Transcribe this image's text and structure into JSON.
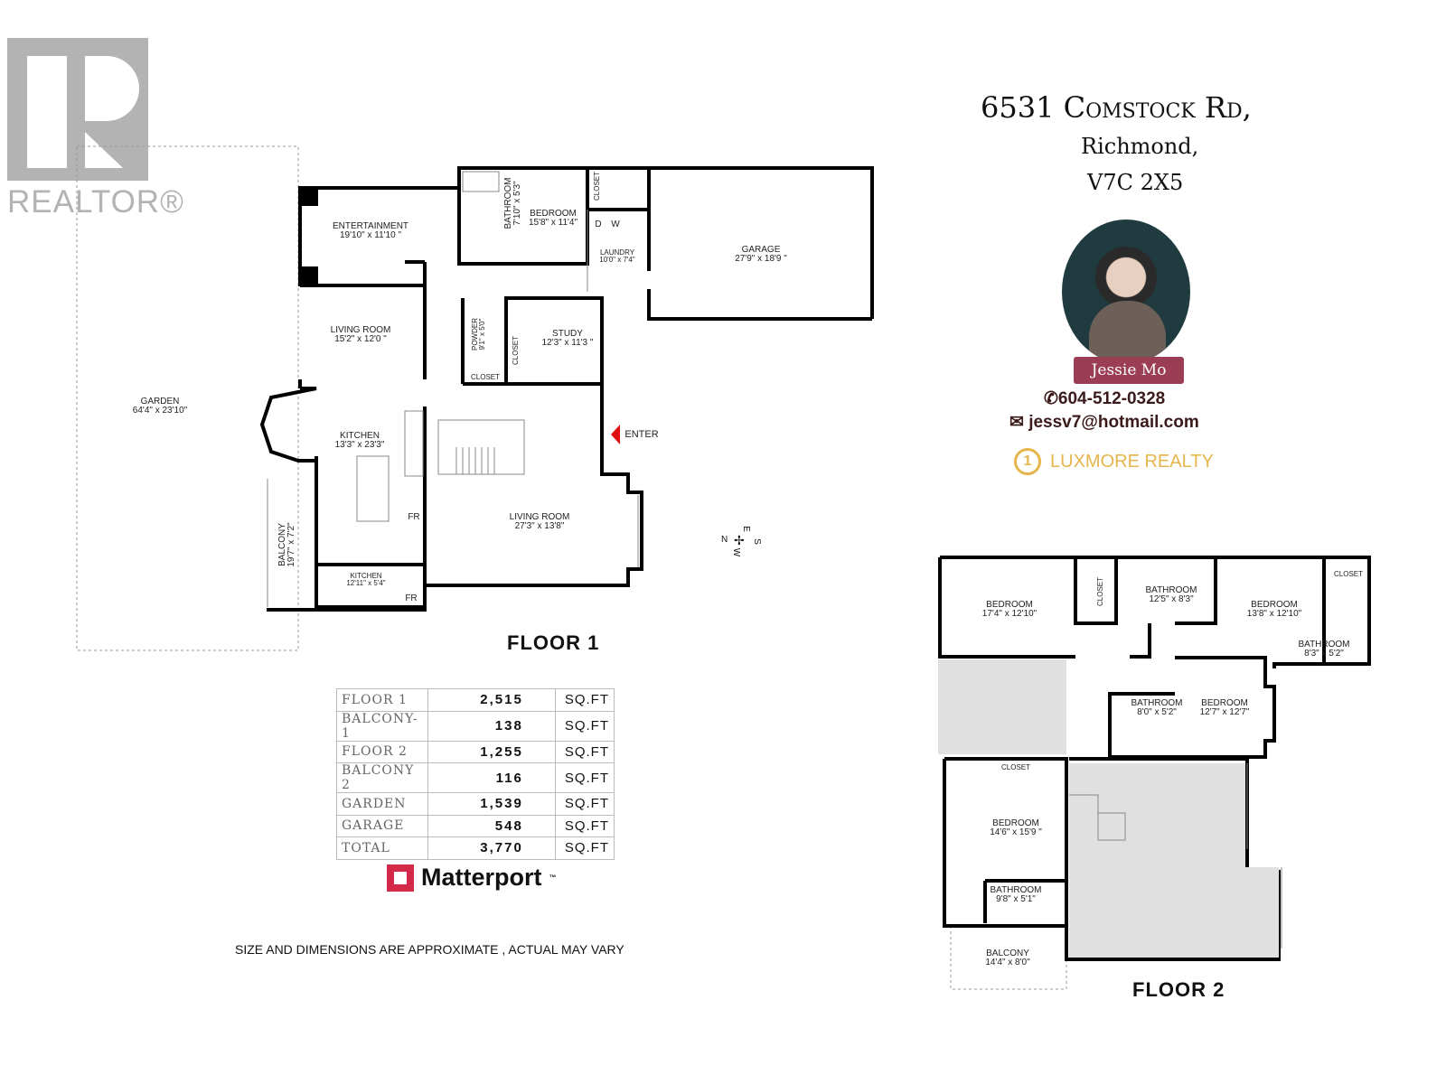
{
  "header": {
    "address_line1": "6531 Comstock Rd,",
    "address_line2": "Richmond,",
    "address_line3": "V7C 2X5"
  },
  "agent": {
    "name": "Jessie  Mo",
    "phone": "604-512-0328",
    "email": "jessv7@hotmail.com",
    "brokerage": "LUXMORE REALTY",
    "brand_color": "#e6b64c",
    "name_tag_color": "#9b3e55"
  },
  "logos": {
    "realtor": "REALTOR®",
    "matterport": "Matterport",
    "matterport_tm": "™"
  },
  "floor1": {
    "title": "FLOOR 1",
    "enter": "ENTER",
    "rooms": [
      {
        "name": "ENTERTAINMENT",
        "dims": "19'10\" x 11'10 \""
      },
      {
        "name": "BATHROOM",
        "dims": "7'10\" x 5'3\""
      },
      {
        "name": "BEDROOM",
        "dims": "15'8\" x 11'4\""
      },
      {
        "name": "CLOSET",
        "dims": ""
      },
      {
        "name": "LAUNDRY",
        "dims": "10'0\" x 7'4\""
      },
      {
        "name": "GARAGE",
        "dims": "27'9\" x 18'9 \""
      },
      {
        "name": "LIVING ROOM",
        "dims": "15'2\" x 12'0 \""
      },
      {
        "name": "POWDER",
        "dims": "9'1\" x 5'0\""
      },
      {
        "name": "CLOSET",
        "dims": ""
      },
      {
        "name": "STUDY",
        "dims": "12'3\" x 11'3 \""
      },
      {
        "name": "CLOSET",
        "dims": ""
      },
      {
        "name": "GARDEN",
        "dims": "64'4\" x 23'10\""
      },
      {
        "name": "KITCHEN",
        "dims": "13'3\" x 23'3\""
      },
      {
        "name": "LIVING ROOM",
        "dims": "27'3\" x 13'8\""
      },
      {
        "name": "BALCONY",
        "dims": "19'7\" x 7'2\""
      },
      {
        "name": "KITCHEN",
        "dims": "12'11\" x 5'4\""
      }
    ],
    "appliances": [
      "FR",
      "FR",
      "D",
      "W"
    ]
  },
  "floor2": {
    "title": "FLOOR 2",
    "rooms": [
      {
        "name": "BEDROOM",
        "dims": "17'4\" x 12'10\""
      },
      {
        "name": "CLOSET",
        "dims": ""
      },
      {
        "name": "BATHROOM",
        "dims": "12'5\" x 8'3\""
      },
      {
        "name": "BEDROOM",
        "dims": "13'8\" x 12'10\""
      },
      {
        "name": "CLOSET",
        "dims": ""
      },
      {
        "name": "BATHROOM",
        "dims": "8'3\" x 5'2\""
      },
      {
        "name": "BATHROOM",
        "dims": "8'0\" x 5'2\""
      },
      {
        "name": "BEDROOM",
        "dims": "12'7\" x 12'7\""
      },
      {
        "name": "CLOSET",
        "dims": ""
      },
      {
        "name": "BEDROOM",
        "dims": "14'6\" x 15'9 \""
      },
      {
        "name": "BATHROOM",
        "dims": "9'8\" x 5'1\""
      },
      {
        "name": "BALCONY",
        "dims": "14'4\" x 8'0\""
      }
    ]
  },
  "compass": {
    "n": "N",
    "e": "E",
    "s": "S",
    "w": "W"
  },
  "area_table": {
    "unit": "SQ.FT",
    "rows": [
      {
        "label": "FLOOR 1",
        "value": "2,515"
      },
      {
        "label": "BALCONY-1",
        "value": "138"
      },
      {
        "label": "FLOOR 2",
        "value": "1,255"
      },
      {
        "label": "BALCONY 2",
        "value": "116"
      },
      {
        "label": "GARDEN",
        "value": "1,539"
      },
      {
        "label": "GARAGE",
        "value": "548"
      },
      {
        "label": "TOTAL",
        "value": "3,770"
      }
    ]
  },
  "disclaimer": "SIZE AND DIMENSIONS ARE APPROXIMATE , ACTUAL MAY VARY"
}
